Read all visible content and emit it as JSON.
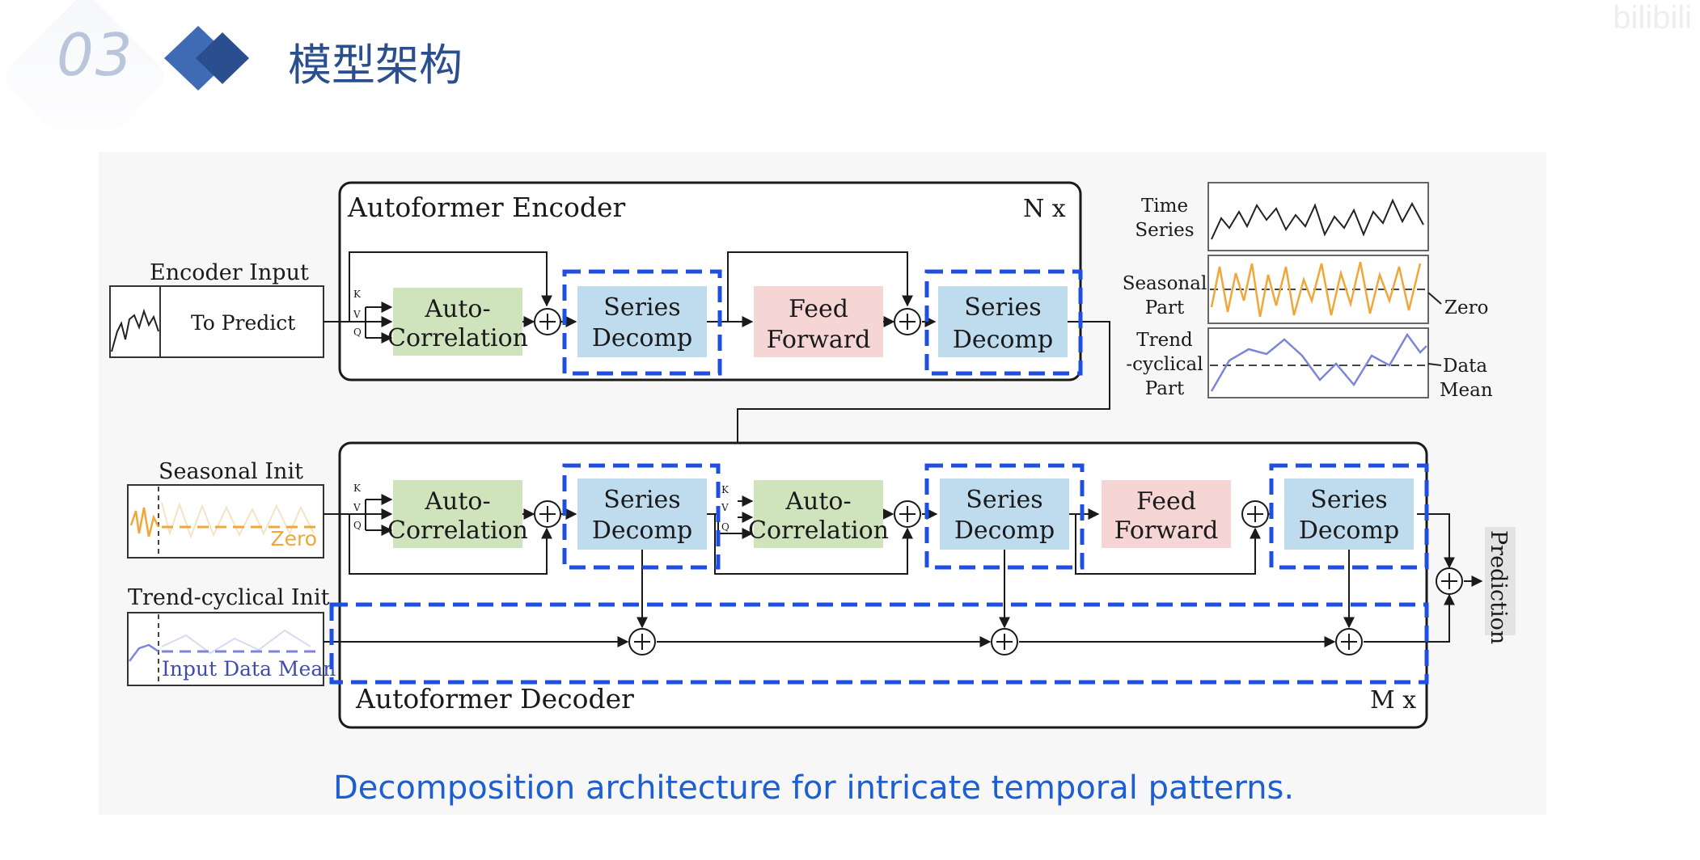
{
  "header": {
    "section_number": "03",
    "title": "模型架构",
    "watermark": "bilibili",
    "accent_color": "#2b4f8e"
  },
  "diagram": {
    "encoder": {
      "title": "Autoformer Encoder",
      "repeat": "N x",
      "blocks": {
        "autocorr": [
          "Auto-",
          "Correlation"
        ],
        "decomp1": [
          "Series",
          "Decomp"
        ],
        "ffn": [
          "Feed",
          "Forward"
        ],
        "decomp2": [
          "Series",
          "Decomp"
        ]
      },
      "kvq": [
        "K",
        "V",
        "Q"
      ]
    },
    "encoder_input": {
      "title": "Encoder Input",
      "label": "To Predict"
    },
    "decoder": {
      "title": "Autoformer Decoder",
      "repeat": "M x",
      "blocks": {
        "autocorr1": [
          "Auto-",
          "Correlation"
        ],
        "decomp1": [
          "Series",
          "Decomp"
        ],
        "autocorr2": [
          "Auto-",
          "Correlation"
        ],
        "decomp2": [
          "Series",
          "Decomp"
        ],
        "ffn": [
          "Feed",
          "Forward"
        ],
        "decomp3": [
          "Series",
          "Decomp"
        ]
      },
      "kvq": [
        "K",
        "V",
        "Q"
      ],
      "kvq2": [
        "K",
        "V",
        "Q"
      ]
    },
    "seasonal_init": {
      "title": "Seasonal Init",
      "label": "Zero"
    },
    "trend_init": {
      "title": "Trend-cyclical Init",
      "label": "Input Data Mean"
    },
    "output": "Prediction",
    "legend": {
      "time_series": [
        "Time",
        "Series"
      ],
      "seasonal": [
        "Seasonal",
        "Part"
      ],
      "seasonal_note": "Zero",
      "trend": [
        "Trend",
        "-cyclical",
        "Part"
      ],
      "trend_note": [
        "Data",
        "Mean"
      ]
    },
    "colors": {
      "autocorr": "#cfe3bd",
      "decomp": "#bfdcef",
      "ffn": "#f6d5d5",
      "dashed": "#1f4fe0",
      "seasonal_line": "#f0a73a",
      "trend_line": "#7c86d8"
    }
  },
  "caption": "Decomposition architecture for intricate temporal patterns."
}
